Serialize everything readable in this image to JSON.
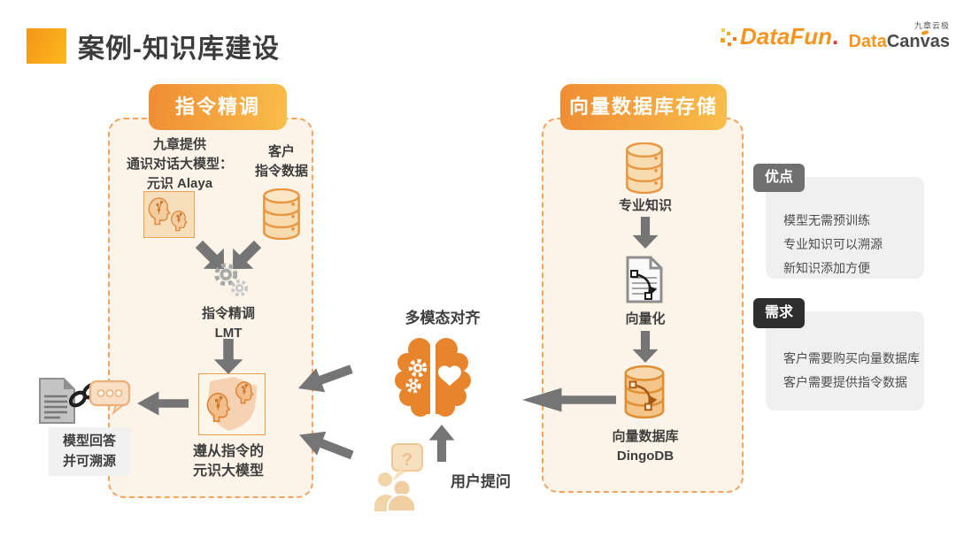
{
  "header": {
    "title": "案例-知识库建设",
    "datafun_logo": "DataFun",
    "datafun_dot": ".",
    "datacanvas_tagline": "九章云极",
    "datacanvas_data": "Data",
    "datacanvas_canvas": "Canvas"
  },
  "instruction_panel": {
    "badge": "指令精调",
    "model_source": [
      "九章提供",
      "通识对话大模型：",
      "元识 Alaya"
    ],
    "customer_data": [
      "客户",
      "指令数据"
    ],
    "finetune": [
      "指令精调",
      "LMT"
    ],
    "output_model": [
      "遵从指令的",
      "元识大模型"
    ]
  },
  "answer_note": [
    "模型回答",
    "并可溯源"
  ],
  "center": {
    "alignment_label": "多模态对齐",
    "user_question_label": "用户提问",
    "question_mark": "?"
  },
  "vector_panel": {
    "badge": "向量数据库存储",
    "knowledge_label": "专业知识",
    "vectorize_label": "向量化",
    "vector_db": [
      "向量数据库",
      "DingoDB"
    ]
  },
  "advantages": {
    "badge": "优点",
    "items": [
      "模型无需预训练",
      "专业知识可以溯源",
      "新知识添加方便"
    ]
  },
  "requirements": {
    "badge": "需求",
    "items": [
      "客户需要购买向量数据库",
      "客户需要提供指令数据"
    ]
  },
  "colors": {
    "accent_orange": "#E8842B",
    "badge_gradient_start": "#EF8D33",
    "badge_gradient_end": "#F9BD4A",
    "panel_bg": "#FCF4E8",
    "panel_border": "#F1A55F",
    "arrow_gray": "#757575",
    "advantages_badge_bg": "#707070",
    "requirements_badge_bg": "#2E2E2E",
    "note_box_bg": "#F0F0F0"
  }
}
